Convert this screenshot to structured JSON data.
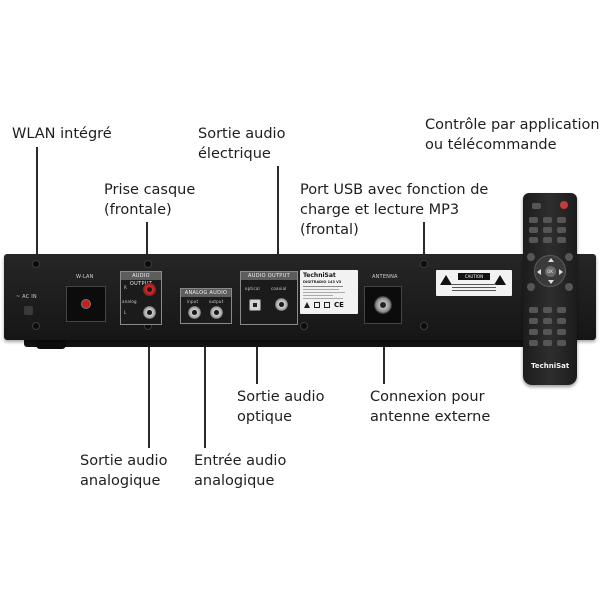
{
  "callouts": {
    "wlan": "WLAN intégré",
    "headphone": "Prise casque\n(frontale)",
    "electrical": "Sortie audio\nélectrique",
    "usb": "Port USB avec fonction de\ncharge et lecture MP3\n(frontal)",
    "app_control": "Contrôle par application\nou télécommande",
    "optical": "Sortie audio\noptique",
    "antenna": "Connexion pour\nantenne externe",
    "analog_out": "Sortie audio\nanalogique",
    "analog_in": "Entrée audio\nanalogique"
  },
  "device": {
    "brand": "TechniSat",
    "model": "DIGITRADIO 143 V3",
    "ac_in": "~ AC IN",
    "wlan_label": "W-LAN",
    "audio_output_1": "AUDIO OUTPUT",
    "analog_label": "analog",
    "analog_audio": "ANALOG AUDIO",
    "input": "input",
    "output": "output",
    "audio_output_2": "AUDIO OUTPUT",
    "optical": "optical",
    "coaxial": "coaxial",
    "antenna": "ANTENNA",
    "channel_r": "R",
    "channel_l": "L",
    "ce_mark": "CE",
    "caution": "CAUTION"
  },
  "remote": {
    "brand": "TechniSat",
    "ok": "OK"
  },
  "colors": {
    "background": "#ffffff",
    "device_body": "#1e1e1e",
    "jack_red": "#d62b2b",
    "text": "#1e1e1e"
  }
}
